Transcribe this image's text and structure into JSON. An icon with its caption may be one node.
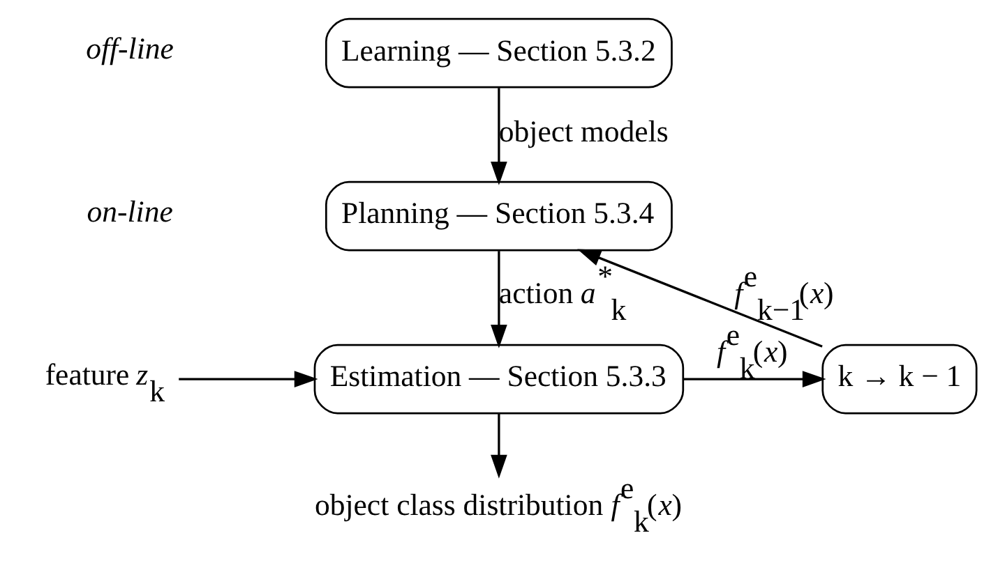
{
  "diagram": {
    "nodes": [
      {
        "text": [
          "Learning — Section 5.3.2"
        ]
      },
      {
        "text": [
          "Planning — Section 5.3.4"
        ]
      },
      {
        "text": [
          "Estimation — Section 5.3.3"
        ]
      },
      {
        "text": [
          "k → k − 1"
        ]
      },
      {
        "text": [
          "feature *z*$_{k}$"
        ]
      },
      {
        "text": [
          "object class distribution *f*$^{e}$$_{k}$(*x*)"
        ]
      }
    ],
    "edges": [
      {
        "from": 0,
        "to": 1,
        "arrow": "to",
        "label": "object models"
      },
      {
        "from": 1,
        "to": 2,
        "arrow": "to",
        "label": "action *a*$^{*}$$_{k}$"
      },
      {
        "from": 4,
        "to": 2,
        "arrow": "to"
      },
      {
        "from": 2,
        "to": 5,
        "arrow": "to"
      },
      {
        "from": 2,
        "to": 3,
        "arrow": "to",
        "label": "*f*$^{e}$$_{k}$(*x*)"
      },
      {
        "from": 3,
        "to": 1,
        "arrow": "to",
        "label": "*f*$^{e}$$_{k−1}$(*x*)"
      }
    ],
    "labels": [
      "*off-line*",
      "*on-line*"
    ]
  }
}
